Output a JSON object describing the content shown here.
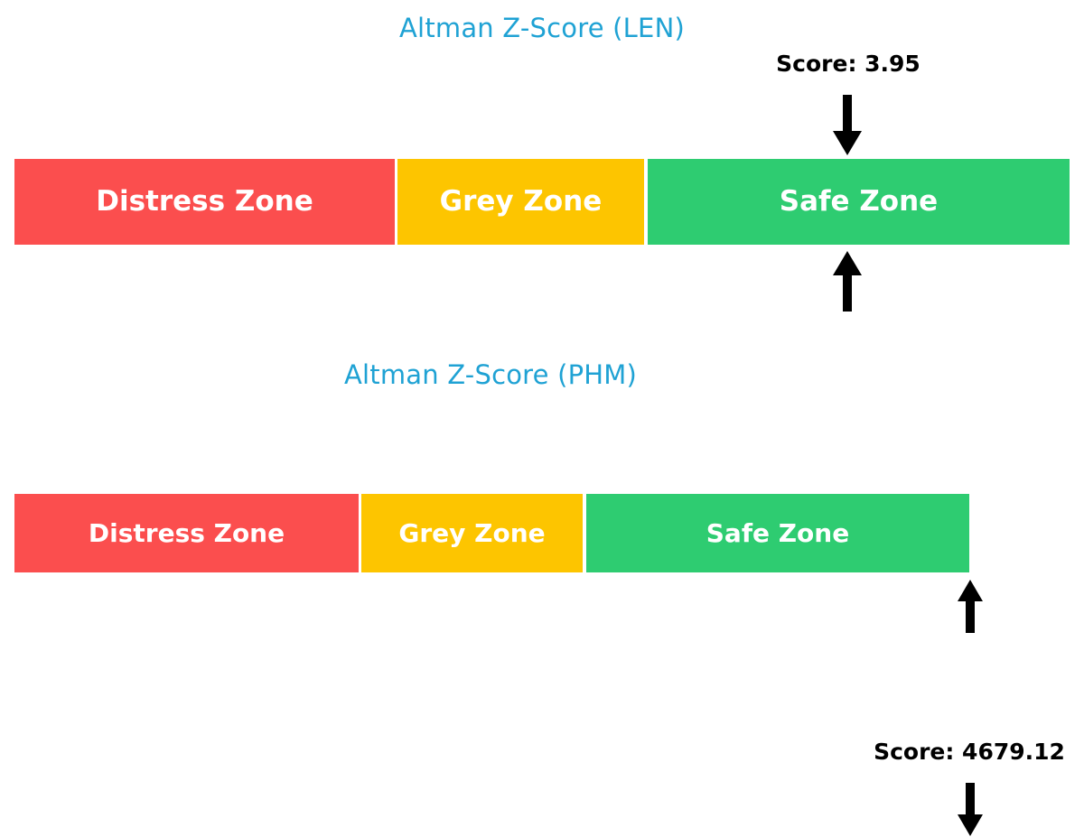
{
  "chart_data": [
    {
      "type": "bar",
      "title": "Altman Z-Score (LEN)",
      "subtitle": "",
      "xlabel": "",
      "ylabel": "",
      "score_label": "Score: 3.95",
      "score_value": 3.95,
      "marker_position_pct": 78.7,
      "categories": [
        "Distress Zone",
        "Grey Zone",
        "Safe Zone"
      ],
      "values": [
        36.1,
        23.4,
        40.0
      ],
      "colors": [
        "#fb4e4e",
        "#fdc500",
        "#2ecc71"
      ],
      "legend": "none",
      "grid": false
    },
    {
      "type": "bar",
      "title": "Altman Z-Score (PHM)",
      "subtitle": "",
      "xlabel": "",
      "ylabel": "",
      "score_label": "Score: 4679.12",
      "score_value": 4679.12,
      "marker_position_pct": 100.0,
      "categories": [
        "Distress Zone",
        "Grey Zone",
        "Safe Zone"
      ],
      "values": [
        36.1,
        23.4,
        40.5
      ],
      "colors": [
        "#fb4e4e",
        "#fdc500",
        "#2ecc71"
      ],
      "legend": "none",
      "grid": false
    }
  ],
  "charts": [
    {
      "title": "Altman Z-Score (LEN)",
      "score_label": "Score: 3.95",
      "zones": [
        {
          "label": "Distress Zone",
          "color": "#fb4e4e"
        },
        {
          "label": "Grey Zone",
          "color": "#fdc500"
        },
        {
          "label": "Safe Zone",
          "color": "#2ecc71"
        }
      ],
      "arrow_down": "arrow-down-icon",
      "arrow_up": "arrow-up-icon"
    },
    {
      "title": "Altman Z-Score (PHM)",
      "score_label": "Score: 4679.12",
      "zones": [
        {
          "label": "Distress Zone",
          "color": "#fb4e4e"
        },
        {
          "label": "Grey Zone",
          "color": "#fdc500"
        },
        {
          "label": "Safe Zone",
          "color": "#2ecc71"
        }
      ],
      "arrow_down": "arrow-down-icon",
      "arrow_up": "arrow-up-icon"
    }
  ],
  "theme": {
    "background": "#ffffff",
    "title_color": "#1fa2d4",
    "score_color": "#000000",
    "zone_text_color": "#ffffff",
    "arrow_color": "#000000"
  }
}
